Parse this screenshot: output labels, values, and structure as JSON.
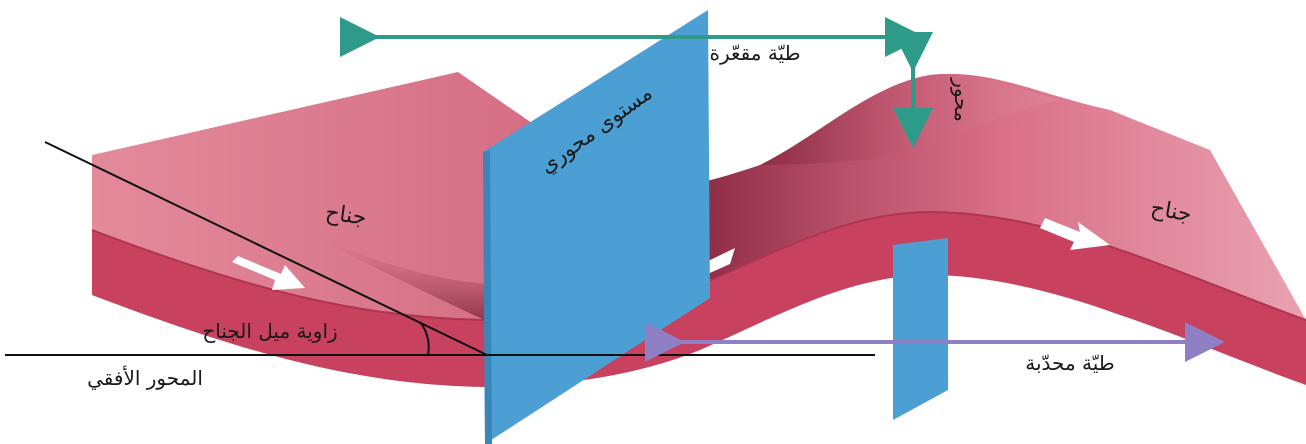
{
  "labels": {
    "syncline": "طيّة مقعّرة",
    "axial_plane": "مستوى محوري",
    "axis": "محور",
    "limb_left": "جناح",
    "limb_right": "جناح",
    "limb_dip_angle": "زاوية ميل الجناح",
    "horizontal_axis": "المحور الأفقي",
    "anticline": "طيّة محدّبة"
  },
  "colors": {
    "fold_top": "#e28597",
    "fold_side": "#c8415e",
    "fold_shadow": "#7a2236",
    "plane_blue": "#4b9fd3",
    "arrow_teal": "#2e9a8a",
    "arrow_purple": "#8f7fc4"
  }
}
